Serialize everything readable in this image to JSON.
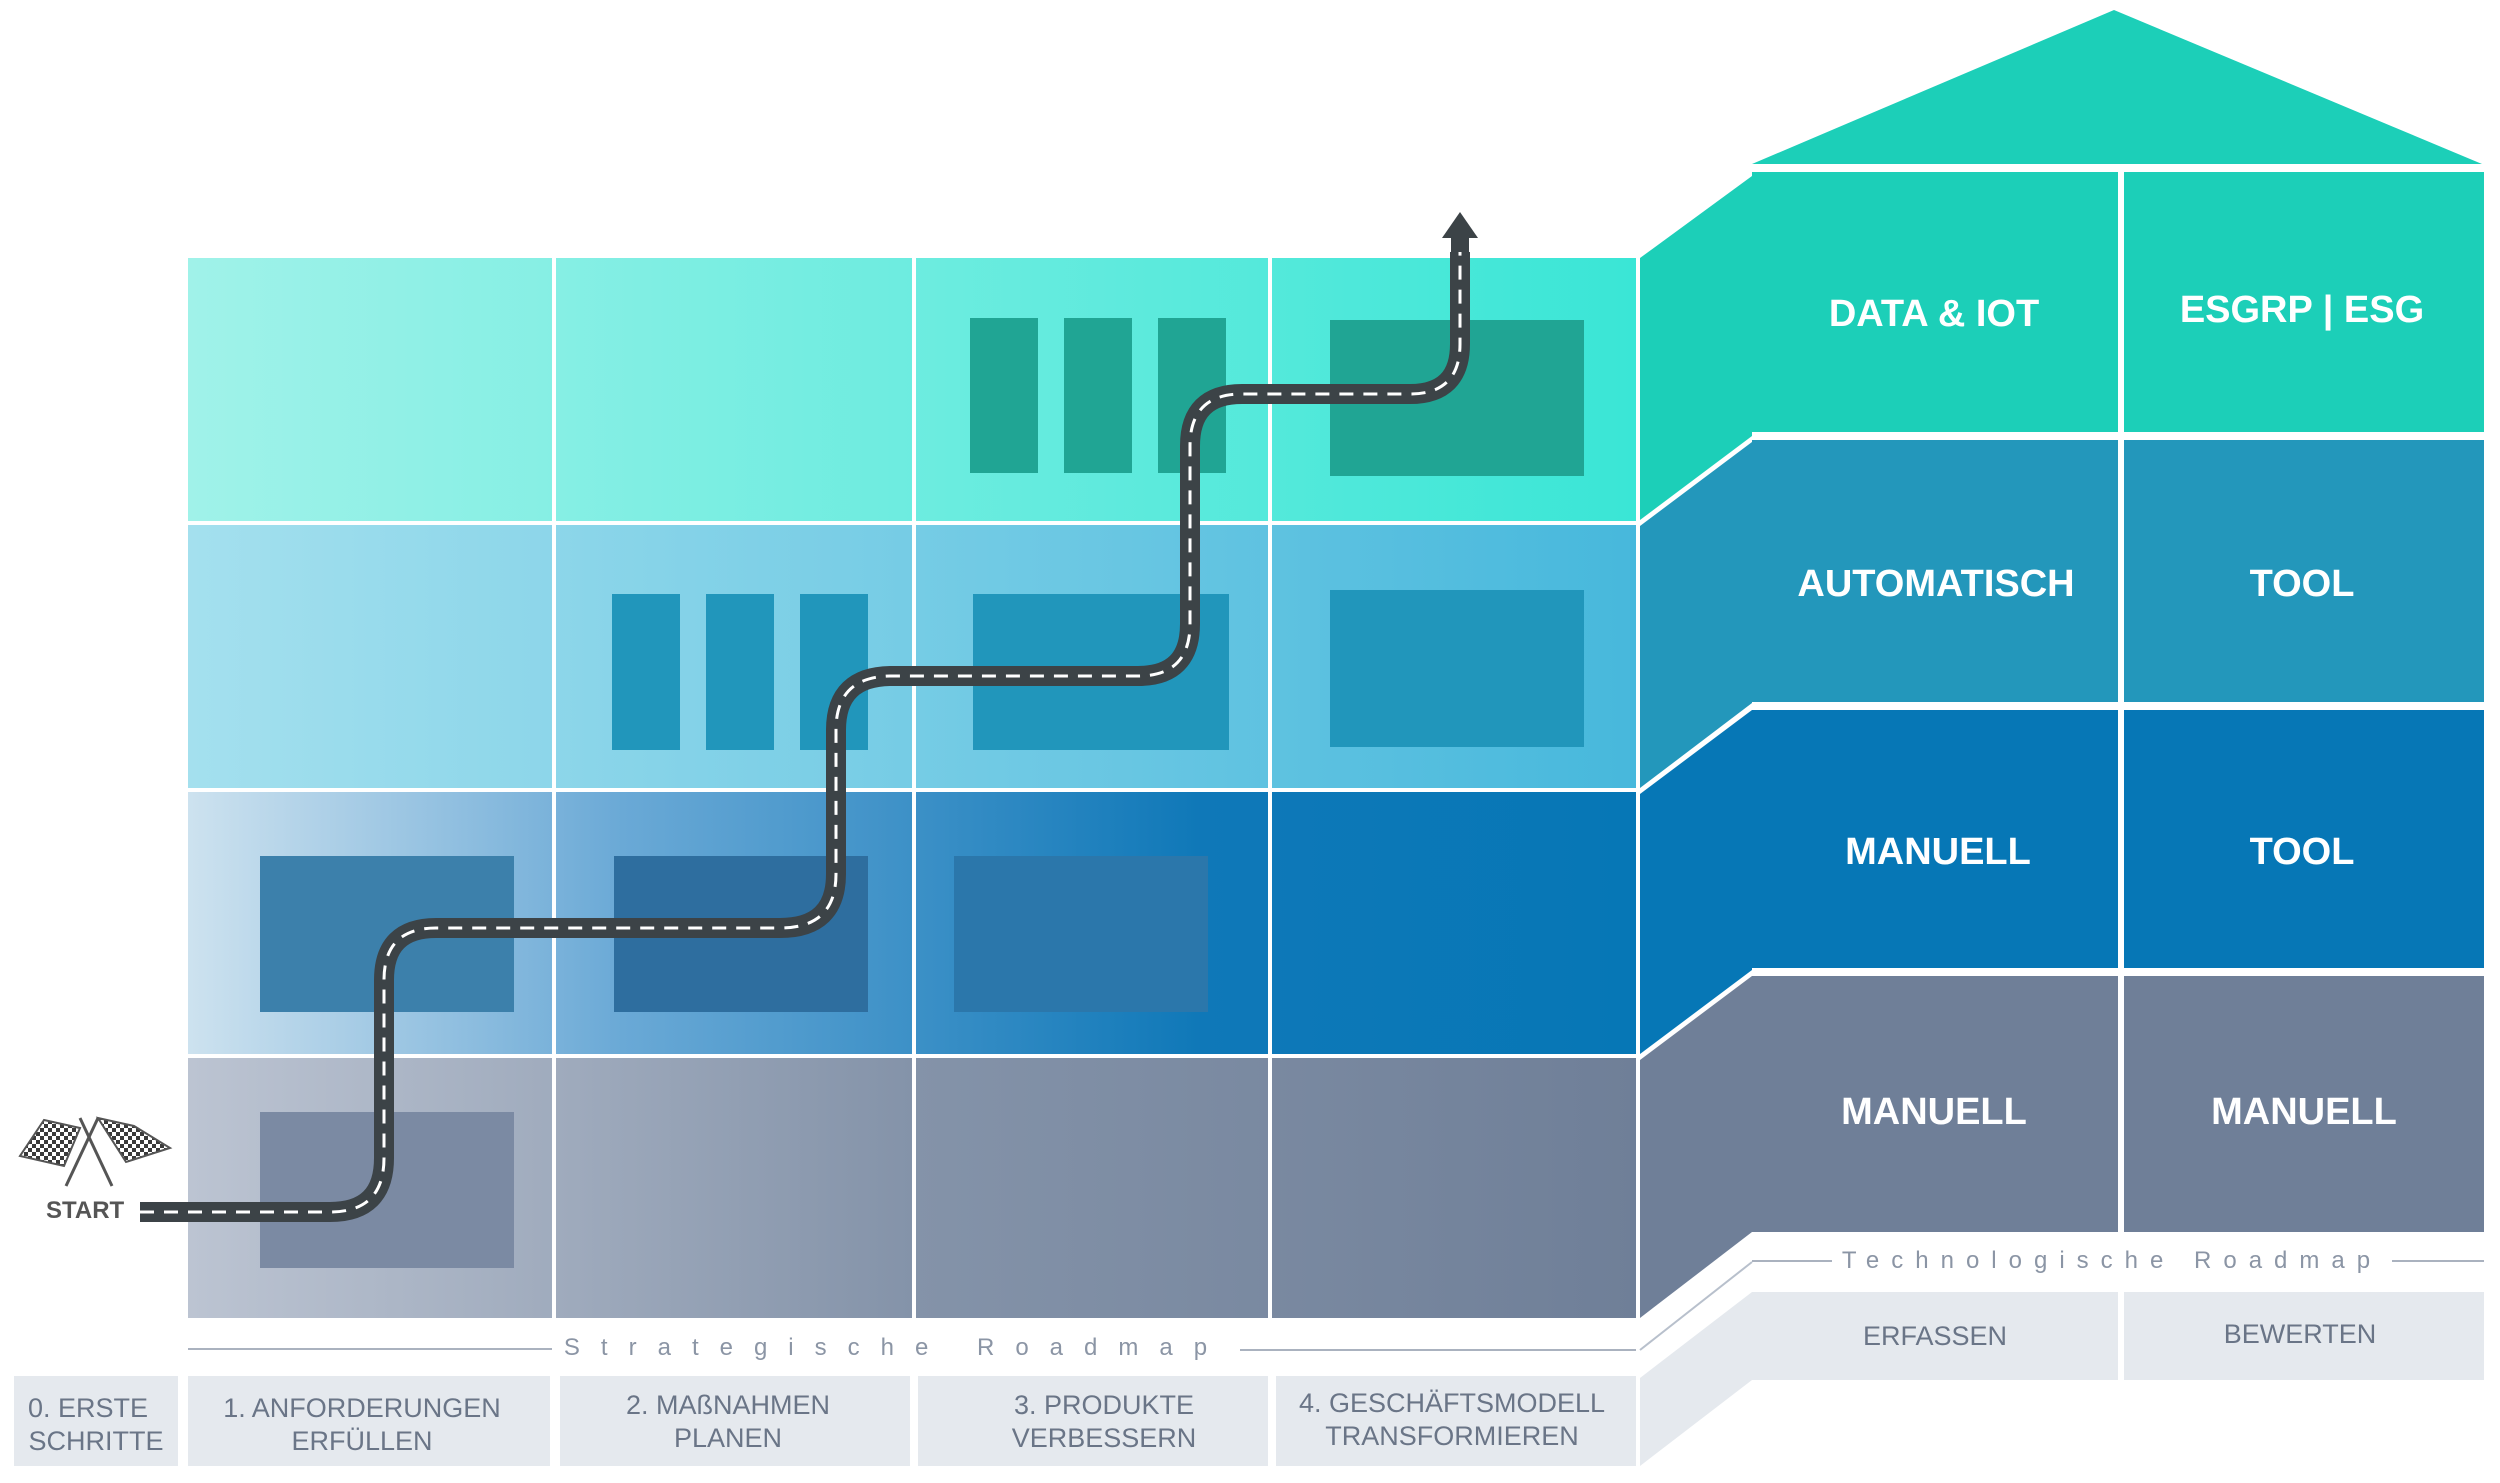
{
  "start_label": "START",
  "strategic_roadmap_label": "Strategische Roadmap",
  "tech_roadmap_label": "Technologische Roadmap",
  "phases": [
    {
      "line1": "0. ERSTE",
      "line2": "SCHRITTE"
    },
    {
      "line1": "1. ANFORDERUNGEN",
      "line2": "ERFÜLLEN"
    },
    {
      "line1": "2. MAßNAHMEN",
      "line2": "PLANEN"
    },
    {
      "line1": "3. PRODUKTE",
      "line2": "VERBESSERN"
    },
    {
      "line1": "4. GESCHÄFTSMODELL",
      "line2": "TRANSFORMIEREN"
    }
  ],
  "tech_columns": [
    "ERFASSEN",
    "BEWERTEN"
  ],
  "tech_rows": [
    {
      "erfassen": "DATA & IOT",
      "bewerten": "ESGRP | ESG"
    },
    {
      "erfassen": "AUTOMATISCH",
      "bewerten": "TOOL"
    },
    {
      "erfassen": "MANUELL",
      "bewerten": "TOOL"
    },
    {
      "erfassen": "MANUELL",
      "bewerten": "MANUELL"
    }
  ],
  "colors": {
    "roof": "#1ccfb8",
    "level1": "#1ccfb8",
    "level2": "#2397bb",
    "level3": "#0677b6",
    "level4": "#6f7f98",
    "label_bg": "#e5e9ee",
    "label_text": "#6a7587",
    "road": "#3c4347"
  }
}
